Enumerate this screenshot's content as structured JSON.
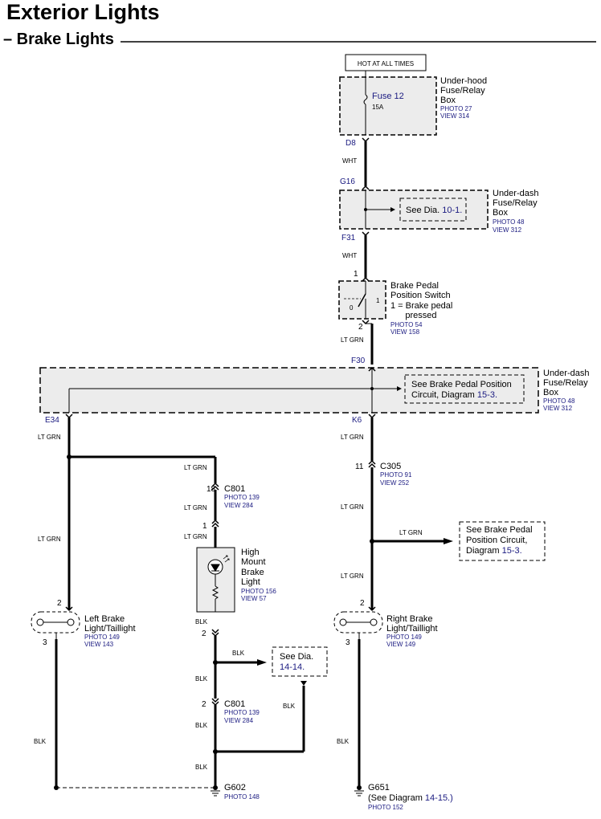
{
  "header": {
    "title": "Exterior Lights",
    "subtitle": "– Brake Lights"
  },
  "power": {
    "label": "HOT AT ALL TIMES"
  },
  "underhood_box": {
    "name_lines": [
      "Under-hood",
      "Fuse/Relay",
      "Box"
    ],
    "photo": "PHOTO 27",
    "view": "VIEW 314",
    "fuse_label": "Fuse 12",
    "fuse_rating": "15A",
    "out_pin": "D8"
  },
  "underdash_box_1": {
    "name_lines": [
      "Under-dash",
      "Fuse/Relay",
      "Box"
    ],
    "photo": "PHOTO 48",
    "view": "VIEW 312",
    "in_pin": "G16",
    "out_pin": "F31",
    "see_text": "See Dia.",
    "see_ref": "10-1."
  },
  "brake_switch": {
    "name_lines": [
      "Brake Pedal",
      "Position Switch",
      "1 =  Brake pedal",
      "      pressed"
    ],
    "photo": "PHOTO 54",
    "view": "VIEW 158",
    "pin_in": "1",
    "pin_out": "2",
    "pos0": "0",
    "pos1": "1"
  },
  "underdash_box_2": {
    "name_lines": [
      "Under-dash",
      "Fuse/Relay",
      "Box"
    ],
    "photo": "PHOTO 48",
    "view": "VIEW 312",
    "in_pin": "F30",
    "left_pin": "E34",
    "right_pin": "K6",
    "see_line1": "See Brake Pedal Position",
    "see_line2": "Circuit, Diagram",
    "see_ref": "15-3."
  },
  "wires": {
    "wht": "WHT",
    "lt_grn": "LT GRN",
    "blk": "BLK"
  },
  "c801_top": {
    "name": "C801",
    "photo": "PHOTO 139",
    "view": "VIEW 284",
    "pin_a": "18",
    "pin_b": "1"
  },
  "high_mount": {
    "name_lines": [
      "High",
      "Mount",
      "Brake",
      "Light"
    ],
    "photo": "PHOTO 156",
    "view": "VIEW 57",
    "pin_out": "2"
  },
  "see_14_14": {
    "line1": "See Dia.",
    "ref": "14-14."
  },
  "c801_bottom": {
    "name": "C801",
    "photo": "PHOTO 139",
    "view": "VIEW 284",
    "pin": "2"
  },
  "g602": {
    "name": "G602",
    "photo": "PHOTO 148"
  },
  "left_light": {
    "name_lines": [
      "Left Brake",
      "Light/Taillight"
    ],
    "photo": "PHOTO 149",
    "view": "VIEW 143",
    "pin_in": "2",
    "pin_out": "3"
  },
  "c305": {
    "name": "C305",
    "photo": "PHOTO 91",
    "view": "VIEW 252",
    "pin": "11"
  },
  "see_15_3": {
    "line1": "See Brake Pedal",
    "line2": "Position Circuit,",
    "line3": "Diagram",
    "ref": "15-3."
  },
  "right_light": {
    "name_lines": [
      "Right Brake",
      "Light/Taillight"
    ],
    "photo": "PHOTO 149",
    "view": "VIEW 149",
    "pin_in": "2",
    "pin_out": "3"
  },
  "g651": {
    "name": "G651",
    "note": "(See Diagram",
    "note_ref": "14-15.)",
    "photo": "PHOTO 152"
  },
  "colors": {
    "wire": "#000000",
    "box_fill": "#ececec",
    "link_text": "#1a1a80"
  }
}
